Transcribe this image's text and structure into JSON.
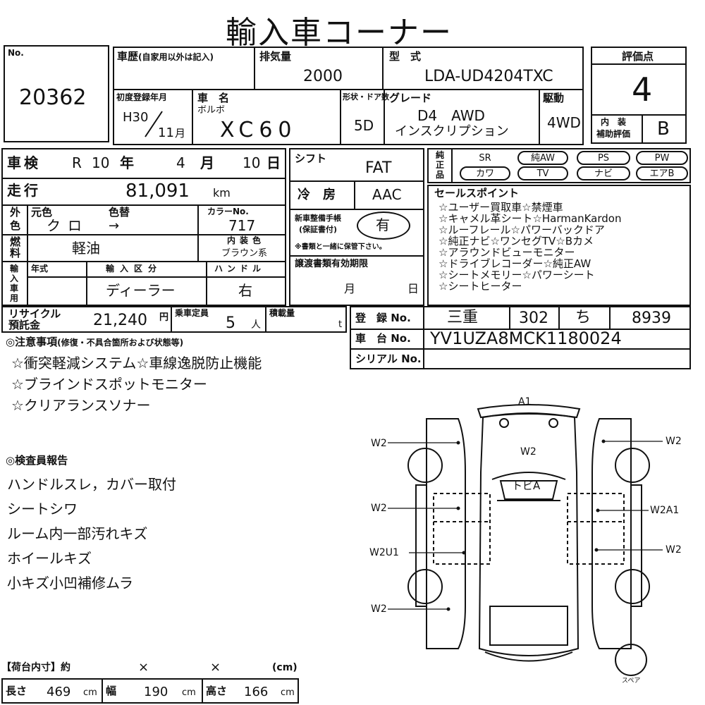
{
  "page_title": "輸入車コーナー",
  "no_label": "No.",
  "lot_number": "20362",
  "history": {
    "label": "車歴",
    "sub": "(自家用以外は記入)"
  },
  "displacement": {
    "label": "排気量",
    "value": "2000"
  },
  "model_type": {
    "label": "型　式",
    "value": "LDA-UD4204TXC"
  },
  "score": {
    "label": "評価点",
    "value": "4"
  },
  "first_reg": {
    "label": "初度登録年月",
    "year": "H30",
    "month": "11",
    "month_unit": "月"
  },
  "car_name": {
    "label": "車　名",
    "maker": "ボルボ",
    "value": "XC60"
  },
  "shape_door": {
    "label": "形状・ドア数",
    "value": "5D"
  },
  "grade": {
    "label": "グレード",
    "line1": "D4　AWD",
    "line2": "インスクリプション"
  },
  "drive": {
    "label": "駆動",
    "value": "4WD"
  },
  "interior_score": {
    "label1": "内　装",
    "label2": "補助評価",
    "value": "B"
  },
  "shaken": {
    "label": "車検",
    "era": "R",
    "year": "10",
    "year_unit": "年",
    "month": "4",
    "month_unit": "月",
    "day": "10",
    "day_unit": "日"
  },
  "mileage": {
    "label": "走行",
    "value": "81,091",
    "unit": "km"
  },
  "exterior_color": {
    "side1": "外",
    "side2": "色",
    "orig_label": "元色",
    "orig_value": "クロ",
    "change_label": "色替",
    "change_value": "→"
  },
  "color_no": {
    "label": "カラーNo.",
    "value": "717"
  },
  "fuel": {
    "side1": "燃",
    "side2": "料",
    "value": "軽油"
  },
  "interior_color": {
    "label": "内装色",
    "value": "ブラウン系"
  },
  "import": {
    "side": [
      "輸",
      "入",
      "車",
      "用"
    ],
    "year_label": "年式",
    "kind_label": "輸入区分",
    "kind_value": "ディーラー",
    "handle_label": "ハンドル",
    "handle_value": "右"
  },
  "shift": {
    "label": "シフト",
    "value": "FAT"
  },
  "aircon": {
    "label": "冷　房",
    "value": "AAC"
  },
  "maintenance_book": {
    "label1": "新車整備手帳",
    "label2": "(保証書付)",
    "value": "有",
    "note": "※書類と一緒に保管下さい。"
  },
  "transfer_doc": {
    "label": "譲渡書類有効期限",
    "month": "月",
    "day": "日"
  },
  "equipment": {
    "side": [
      "純",
      "正",
      "品"
    ],
    "items": [
      {
        "label": "SR",
        "circled": false
      },
      {
        "label": "純AW",
        "circled": true
      },
      {
        "label": "PS",
        "circled": false
      },
      {
        "label": "PW",
        "circled": false
      },
      {
        "label": "カワ",
        "circled": true
      },
      {
        "label": "TV",
        "circled": true
      },
      {
        "label": "ナビ",
        "circled": true
      },
      {
        "label": "エアB",
        "circled": true
      }
    ]
  },
  "sales_points": {
    "label": "セールスポイント",
    "lines": [
      "☆ユーザー買取車☆禁煙車",
      "☆キャメル革シート☆HarmanKardon",
      "☆ルーフレール☆パワーバックドア",
      "☆純正ナビ☆ワンセグTV☆Bカメ",
      "☆アラウンドビューモニター",
      "☆ドライブレコーダー☆純正AW",
      "☆シートメモリー☆パワーシート",
      "☆シートヒーター"
    ]
  },
  "recycle": {
    "label1": "リサイクル",
    "label2": "預託金",
    "value": "21,240",
    "unit": "円"
  },
  "capacity": {
    "label": "乗車定員",
    "value": "5",
    "unit": "人"
  },
  "load": {
    "label": "積載量",
    "unit": "t"
  },
  "registration": {
    "label": "登　録 No.",
    "region": "三重",
    "class_no": "302",
    "kana": "ち",
    "number": "8939"
  },
  "chassis": {
    "label": "車　台 No.",
    "value": "YV1UZA8MCK1180024"
  },
  "serial": {
    "label": "シリアル No.",
    "value": ""
  },
  "notes": {
    "heading": "◎注意事項",
    "heading_sub": "(修復・不具合箇所および状態等)",
    "lines": [
      "☆衝突軽減システム☆車線逸脱防止機能",
      "☆ブラインドスポットモニター",
      "☆クリアランスソナー"
    ]
  },
  "inspector": {
    "heading": "◎検査員報告",
    "lines": [
      "ハンドルスレ，カバー取付",
      "シートシワ",
      "ルーム内一部汚れキズ",
      "ホイールキズ",
      "小キズ小凹補修ムラ"
    ]
  },
  "cargo": {
    "header": "【荷台内寸】約",
    "x1": "×",
    "x2": "×",
    "unit_paren": "(cm)",
    "length_label": "長さ",
    "length": "469",
    "width_label": "幅",
    "width": "190",
    "height_label": "高さ",
    "height": "166",
    "cm": "cm"
  },
  "diagram": {
    "top": "A1",
    "roof": "W2",
    "roof_mark": "トビA",
    "left": [
      "W2",
      "W2",
      "W2U1",
      "W2"
    ],
    "right": [
      "W2",
      "W2A1",
      "W2"
    ],
    "spare": "スペア"
  }
}
